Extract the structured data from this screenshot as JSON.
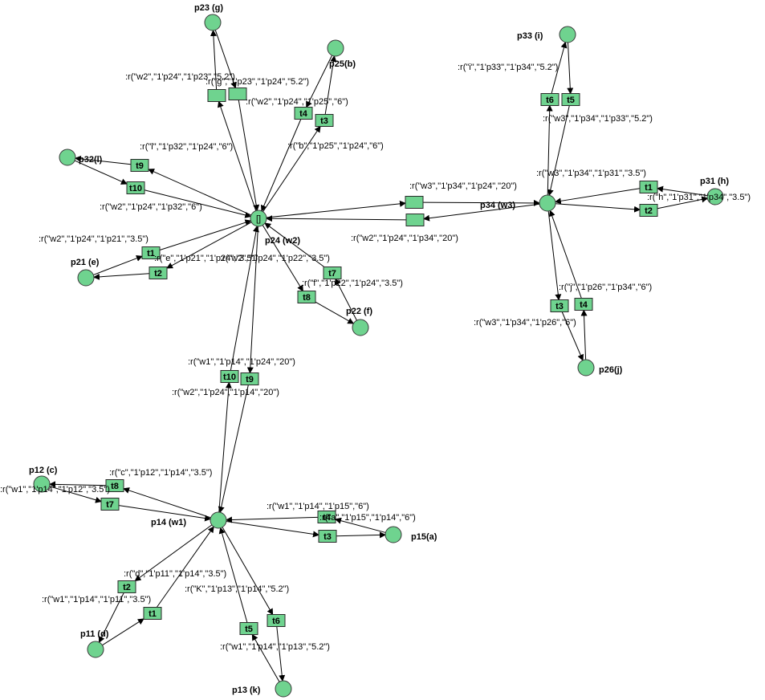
{
  "colors": {
    "node_fill": "#6fd38f",
    "node_stroke": "#333333",
    "arc": "#000000"
  },
  "places": [
    {
      "id": "p23",
      "label": "p23 (g)"
    },
    {
      "id": "p25",
      "label": "p25(b)"
    },
    {
      "id": "p32",
      "label": "p32(l)"
    },
    {
      "id": "p24",
      "label": "p24 (w2)",
      "token": "[]"
    },
    {
      "id": "p21",
      "label": "p21 (e)"
    },
    {
      "id": "p22",
      "label": "p22 (f)"
    },
    {
      "id": "p33",
      "label": "p33 (i)"
    },
    {
      "id": "p34",
      "label": "p34 (w3)"
    },
    {
      "id": "p31",
      "label": "p31 (h)"
    },
    {
      "id": "p26",
      "label": "p26(j)"
    },
    {
      "id": "p12",
      "label": "p12 (c)"
    },
    {
      "id": "p14",
      "label": "p14 (w1)"
    },
    {
      "id": "p15",
      "label": "p15(a)"
    },
    {
      "id": "p11",
      "label": "p11 (d)"
    },
    {
      "id": "p13",
      "label": "p13 (k)"
    }
  ],
  "transitions": [
    {
      "id": "g1",
      "label": ""
    },
    {
      "id": "g2",
      "label": ""
    },
    {
      "id": "w2t4",
      "label": "t4"
    },
    {
      "id": "w2t3",
      "label": "t3"
    },
    {
      "id": "w2t9",
      "label": "t9"
    },
    {
      "id": "w2t10",
      "label": "t10"
    },
    {
      "id": "w2t1",
      "label": "t1"
    },
    {
      "id": "w2t2",
      "label": "t2"
    },
    {
      "id": "w2t7",
      "label": "t7"
    },
    {
      "id": "w2t8",
      "label": "t8"
    },
    {
      "id": "x1",
      "label": ""
    },
    {
      "id": "x2",
      "label": ""
    },
    {
      "id": "w3t6",
      "label": "t6"
    },
    {
      "id": "w3t5",
      "label": "t5"
    },
    {
      "id": "w3t1",
      "label": "t1"
    },
    {
      "id": "w3t2",
      "label": "t2"
    },
    {
      "id": "w3t3",
      "label": "t3"
    },
    {
      "id": "w3t4",
      "label": "t4"
    },
    {
      "id": "c10",
      "label": "t10"
    },
    {
      "id": "c9",
      "label": "t9"
    },
    {
      "id": "w1t8",
      "label": "t8"
    },
    {
      "id": "w1t7",
      "label": "t7"
    },
    {
      "id": "w1t4",
      "label": "t4"
    },
    {
      "id": "w1t3",
      "label": "t3"
    },
    {
      "id": "w1t2",
      "label": "t2"
    },
    {
      "id": "w1t1",
      "label": "t1"
    },
    {
      "id": "w1t5",
      "label": "t5"
    },
    {
      "id": "w1t6",
      "label": "t6"
    }
  ],
  "arc_labels": [
    ":r(\"w2\",\"1'p24\",\"1'p23\",\"5.2\")",
    ":r(\"g\",\"1'p23\",\"1'p24\",\"5.2\")",
    ":r(\"w2\",\"1'p24\",\"1'p25\",\"6\")",
    ":r(\"l\",\"1'p32\",\"1'p24\",\"6\")",
    ":r(\"b\",\"1'p25\",\"1'p24\",\"6\")",
    ":r(\"w2\",\"1'p24\",\"1'p32\",\"6\")",
    ":r(\"w2\",\"1'p24\",\"1'p21\",\"3.5\")",
    ":r(\"e\",\"1'p21\",\"1'p24\",\"3.5\")",
    ":r(\"w2\",\"1'p24\",\"1'p22\",\"3.5\")",
    ":r(\"f\",\"1'p22\",\"1'p24\",\"3.5\")",
    ":r(\"w3\",\"1'p34\",\"1'p24\",\"20\")",
    ":r(\"w2\",\"1'p24\",\"1'p34\",\"20\")",
    ":r(\"i\",\"1'p33\",\"1'p34\",\"5.2\")",
    ":r(\"w3\",\"1'p34\",\"1'p33\",\"5.2\")",
    ":r(\"w3\",\"1'p34\",\"1'p31\",\"3.5\")",
    ":r(\"h\",\"1'p31\",\"1'p34\",\"3.5\")",
    ":r(\"j\",\"1'p26\",\"1'p34\",\"6\")",
    ":r(\"w3\",\"1'p34\",\"1'p26\",\"6\")",
    ":r(\"w1\",\"1'p14\",\"1'p24\",\"20\")",
    ":r(\"w2\",\"1'p24\",\"1'p14\",\"20\")",
    ":r(\"c\",\"1'p12\",\"1'p14\",\"3.5\")",
    ":r(\"w1\",\"1'p14\",\"1'p12\",\"3.5\")",
    ":r(\"w1\",\"1'p14\",\"1'p15\",\"6\")",
    ":r(\"a\",\"1'p15\",\"1'p14\",\"6\")",
    ":r(\"d\",\"1'p11\",\"1'p14\",\"3.5\")",
    ":r(\"w1\",\"1'p14\",\"1'p11\",\"3.5\")",
    ":r(\"K\",\"1'p13\",\"1'p14\",\"5.2\")",
    ":r(\"w1\",\"1'p14\",\"1'p13\",\"5.2\")"
  ]
}
